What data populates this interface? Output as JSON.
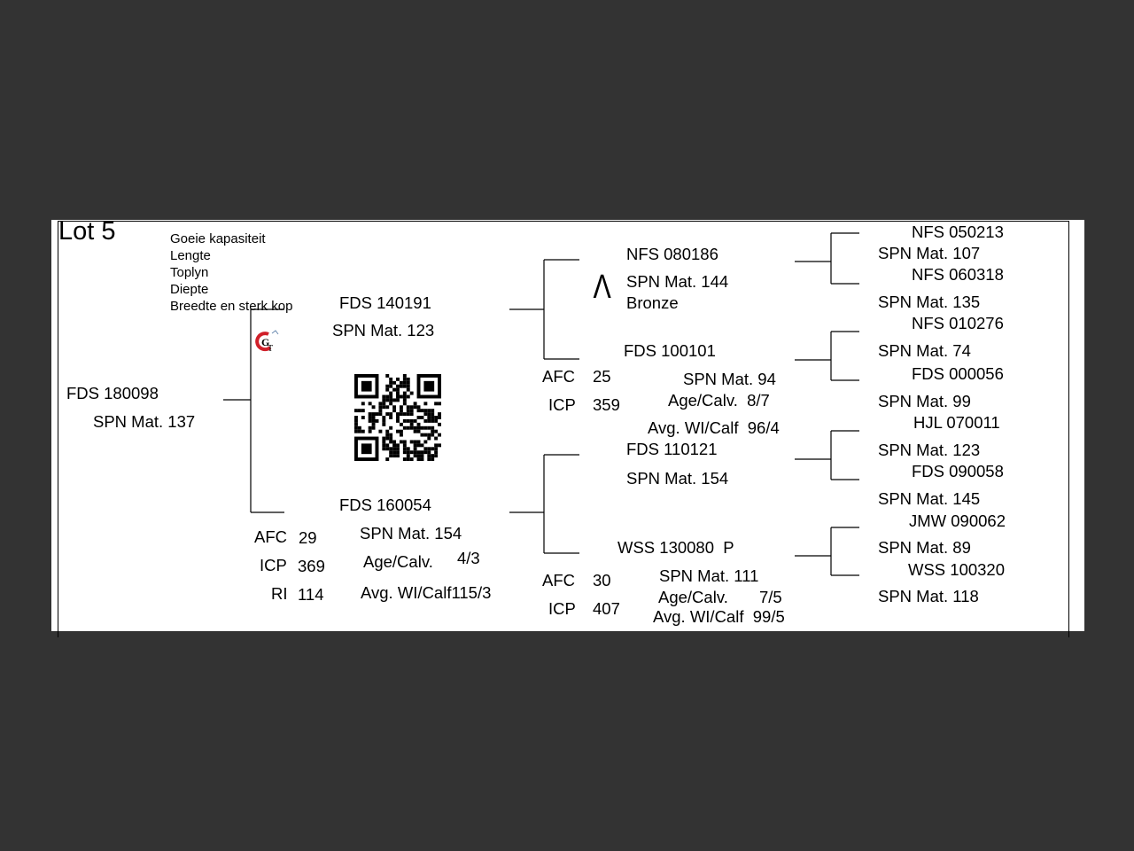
{
  "lot_title": "Lot 5",
  "notes": [
    "Goeie kapasiteit",
    "Lengte",
    "Toplyn",
    "Diepte",
    "Breedte en sterk kop"
  ],
  "logo": {
    "text": "GT",
    "color": "#d0202a"
  },
  "animal": {
    "id": "FDS 180098",
    "spn": "SPN Mat. 137"
  },
  "sire": {
    "id": "FDS 140191",
    "spn": "SPN Mat. 123"
  },
  "dam": {
    "id": "FDS 160054",
    "spn": "SPN Mat. 154",
    "afc_label": "AFC",
    "afc": "29",
    "icp_label": "ICP",
    "icp": "369",
    "ri_label": "RI",
    "ri": "114",
    "age_label": "Age/Calv.",
    "age": "4/3",
    "wi_label": "Avg. WI/Calf115/3"
  },
  "gen2": {
    "ss": {
      "id": "NFS 080186",
      "symbol": "Λ",
      "spn": "SPN Mat. 144",
      "award": "Bronze"
    },
    "sd": {
      "id": "FDS 100101",
      "afc_label": "AFC",
      "afc": "25",
      "icp_label": "ICP",
      "icp": "359",
      "spn": "SPN Mat. 94",
      "age": "Age/Calv.  8/7",
      "wi": "Avg. WI/Calf  96/4"
    },
    "ds": {
      "id": "FDS 110121",
      "spn": "SPN Mat. 154"
    },
    "dd": {
      "id": "WSS 130080  P",
      "afc_label": "AFC",
      "afc": "30",
      "icp_label": "ICP",
      "icp": "407",
      "spn": "SPN Mat. 111",
      "age_label": "Age/Calv.",
      "age": "7/5",
      "wi": "Avg. WI/Calf  99/5"
    }
  },
  "gen3": [
    {
      "id": "NFS 050213",
      "spn": "SPN Mat. 107"
    },
    {
      "id": "NFS 060318",
      "spn": "SPN Mat. 135"
    },
    {
      "id": "NFS 010276",
      "spn": "SPN Mat. 74"
    },
    {
      "id": "FDS 000056",
      "spn": "SPN Mat. 99"
    },
    {
      "id": "HJL 070011",
      "spn": "SPN Mat. 123"
    },
    {
      "id": "FDS 090058",
      "spn": "SPN Mat. 145"
    },
    {
      "id": "JMW 090062",
      "spn": "SPN Mat. 89"
    },
    {
      "id": "WSS 100320",
      "spn": "SPN Mat. 118"
    }
  ]
}
